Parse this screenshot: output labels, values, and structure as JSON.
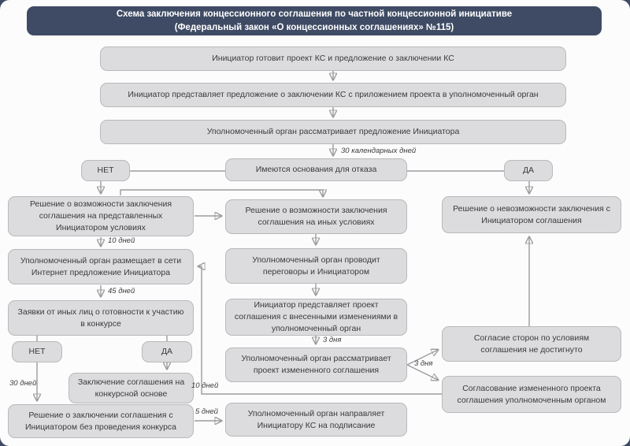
{
  "header": {
    "line1": "Схема заключения концессионного соглашения по частной концессионной инициативе",
    "line2": "(Федеральный закон  «О концессионных соглашениях» №115)"
  },
  "nodes": {
    "prepare": "Инициатор готовит проект КС и предложение о заключении КС",
    "submit": "Инициатор представляет предложение о заключении КС с приложением проекта в уполномоченный орган",
    "review": "Уполномоченный орган рассматривает предложение Инициатора",
    "grounds": "Имеются основания для отказа",
    "no1": "НЕТ",
    "yes1": "ДА",
    "decision_presented": "Решение о возможности заключения соглашения на представленных Инициатором условиях",
    "publish": "Уполномоченный орган размещает в сети Интернет предложение Инициатора",
    "applications": "Заявки от иных лиц о готовности к участию в конкурсе",
    "no2": "НЕТ",
    "yes2": "ДА",
    "tender": "Заключение соглашения на конкурсной основе",
    "no_tender": "Решение о заключении соглашения с Инициатором без проведения конкурса",
    "decision_other": "Решение о возможности заключения соглашения на иных условиях",
    "negotiations": "Уполномоченный орган проводит переговоры и Инициатором",
    "revised_draft": "Инициатор представляет проект соглашения с внесенными изменениями в уполномоченный орган",
    "review_revised": "Уполномоченный орган рассматривает проект измененного соглашения",
    "send_signing": "Уполномоченный орган направляет Инициатору КС на подписание",
    "impossible": "Решение о невозможности заключения с Инициатором соглашения",
    "no_agreement": "Согласие сторон по условиям соглашения не достигнуто",
    "approved": "Согласование измененного проекта соглашения уполномоченным органом"
  },
  "timing": {
    "calendar30": "30 календарных дней",
    "days10_left": "10 дней",
    "days45": "45 дней",
    "days30": "30 дней",
    "days10_right": "10 дней",
    "days5": "5 дней",
    "days3_mid": "3 дня",
    "days3_right": "3 дня"
  },
  "colors": {
    "header_bg": "#3f4b64",
    "box_bg": "#dcdcde",
    "box_border": "#b9b9bc",
    "line": "#9b9b9b",
    "text": "#3a3a3a"
  }
}
